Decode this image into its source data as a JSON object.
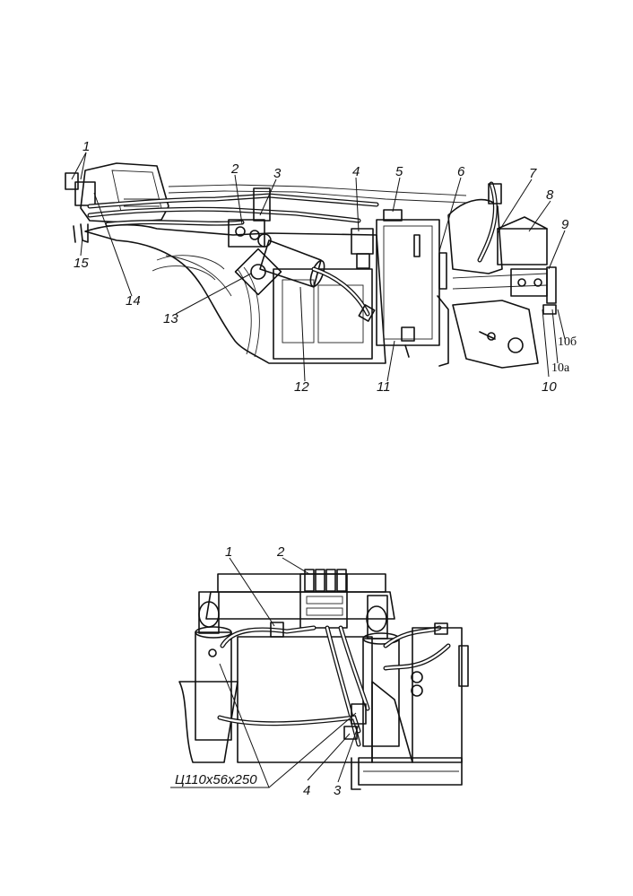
{
  "diagram": {
    "top_view": {
      "callouts": [
        "1",
        "2",
        "3",
        "4",
        "5",
        "6",
        "7",
        "8",
        "9",
        "10",
        "10а",
        "10б",
        "11",
        "12",
        "13",
        "14",
        "15"
      ]
    },
    "bottom_view": {
      "callouts": [
        "1",
        "2",
        "3",
        "4"
      ],
      "dimension_label": "Ц110х56х250"
    }
  }
}
